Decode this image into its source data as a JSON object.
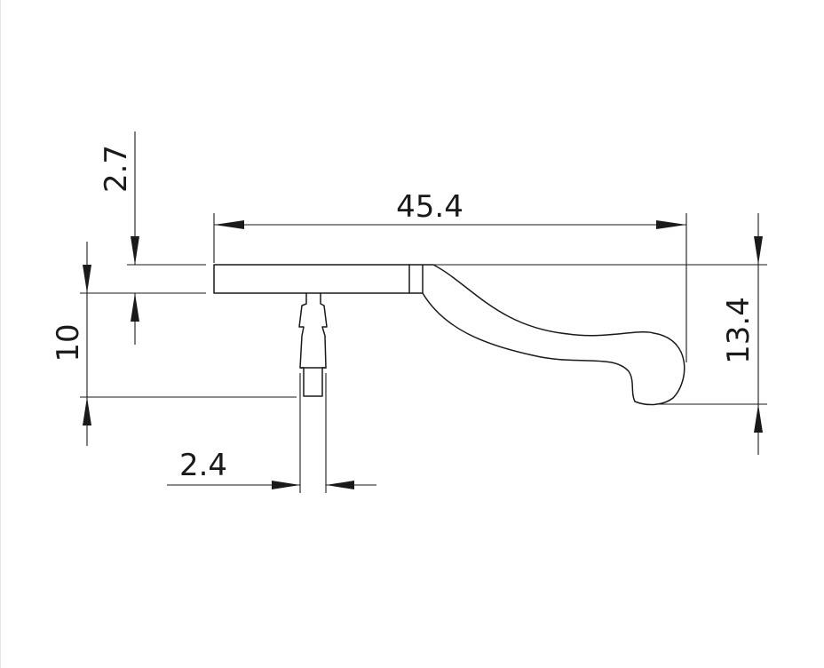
{
  "dimensions": {
    "overall_width": "45.4",
    "top_offset": "2.7",
    "stem_depth": "10",
    "overall_height": "13.4",
    "stem_width": "2.4"
  },
  "colors": {
    "line": "#1a1a1a",
    "background": "#ffffff"
  }
}
